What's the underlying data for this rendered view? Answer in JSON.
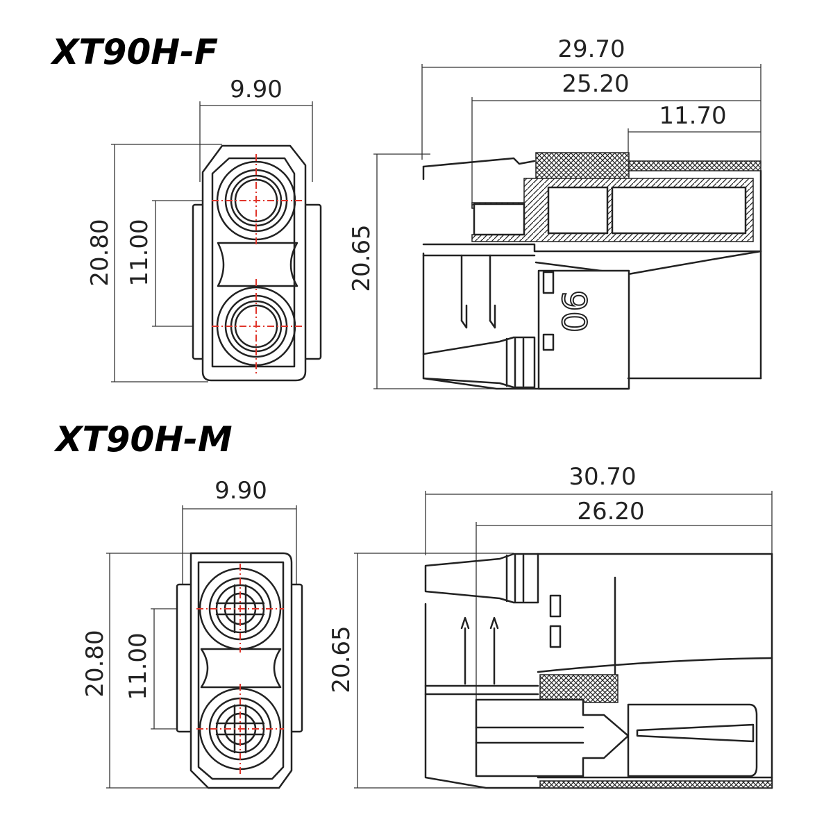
{
  "connectors": {
    "female": {
      "title": "XT90H-F",
      "front": {
        "width": "9.90",
        "height": "20.80",
        "pitch": "11.00"
      },
      "side": {
        "overall_length": "29.70",
        "inner_length": "25.20",
        "pin_length": "11.70",
        "height": "20.65"
      },
      "body_marking": "90"
    },
    "male": {
      "title": "XT90H-M",
      "front": {
        "width": "9.90",
        "height": "20.80",
        "pitch": "11.00"
      },
      "side": {
        "overall_length": "30.70",
        "inner_length": "26.20",
        "height": "20.65"
      }
    }
  },
  "colors": {
    "line": "#222222",
    "centerline": "#e0352b",
    "background": "#ffffff"
  }
}
